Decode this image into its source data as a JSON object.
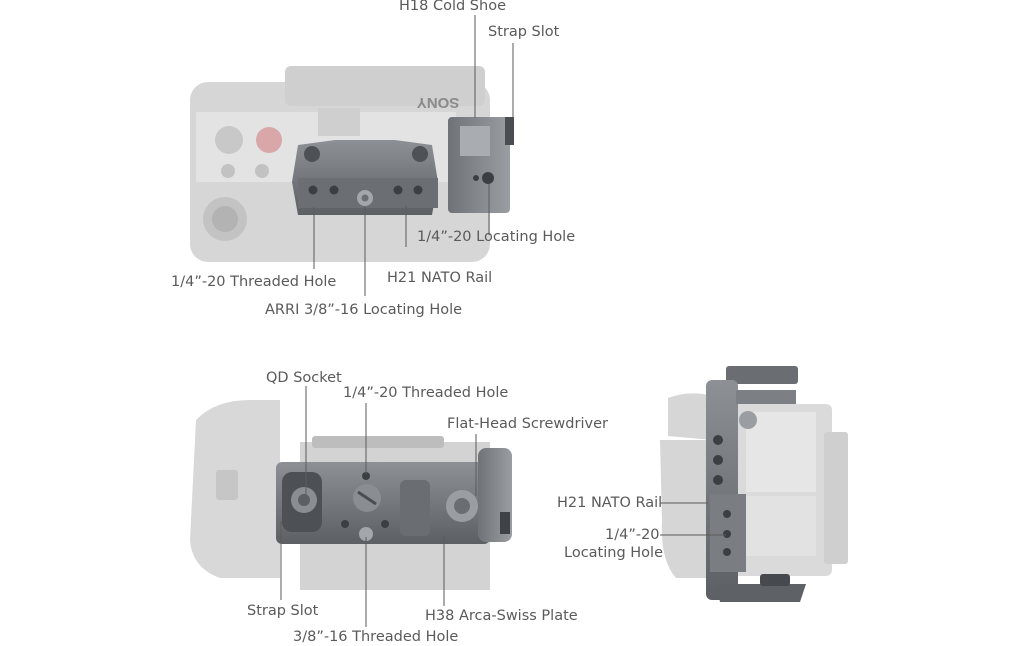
{
  "top_view": {
    "brand": "SONY",
    "callouts": {
      "cold_shoe": "H18 Cold Shoe",
      "strap_slot": "Strap Slot",
      "locating_hole": "1/4”-20 Locating Hole",
      "nato_rail": "H21 NATO Rail",
      "threaded_hole": "1/4”-20 Threaded Hole",
      "arri_hole": "ARRI 3/8”-16 Locating Hole"
    }
  },
  "bottom_view": {
    "callouts": {
      "qd_socket": "QD Socket",
      "threaded_hole": "1/4”-20 Threaded Hole",
      "screwdriver": "Flat-Head Screwdriver",
      "strap_slot": "Strap Slot",
      "arca_plate": "H38 Arca-Swiss Plate",
      "threaded_hole_38": "3/8”-16 Threaded Hole"
    }
  },
  "side_view": {
    "callouts": {
      "nato_rail": "H21 NATO Rail",
      "locating_hole_line1": "1/4”-20",
      "locating_hole_line2": "Locating Hole"
    }
  }
}
